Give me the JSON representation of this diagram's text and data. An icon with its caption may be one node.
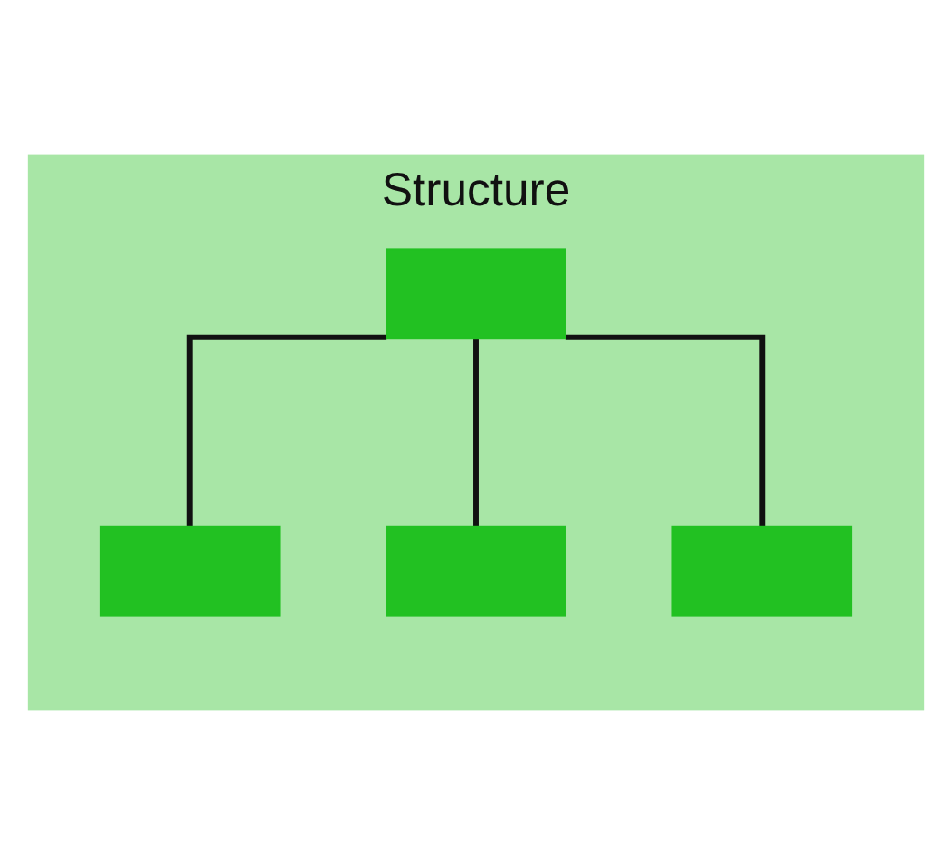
{
  "diagram": {
    "nodes": [
      {
        "text": [
          "Structure"
        ]
      },
      {
        "text": [],
        "shape": "box",
        "in": 0
      },
      {
        "text": [],
        "shape": "box",
        "in": 0
      },
      {
        "text": [],
        "shape": "box",
        "in": 0
      },
      {
        "text": [],
        "shape": "box",
        "in": 0
      }
    ],
    "edges": [
      {
        "from": 1,
        "to": 2,
        "arrow": "none"
      },
      {
        "from": 1,
        "to": 3,
        "arrow": "none"
      },
      {
        "from": 1,
        "to": 4,
        "arrow": "none"
      }
    ]
  }
}
